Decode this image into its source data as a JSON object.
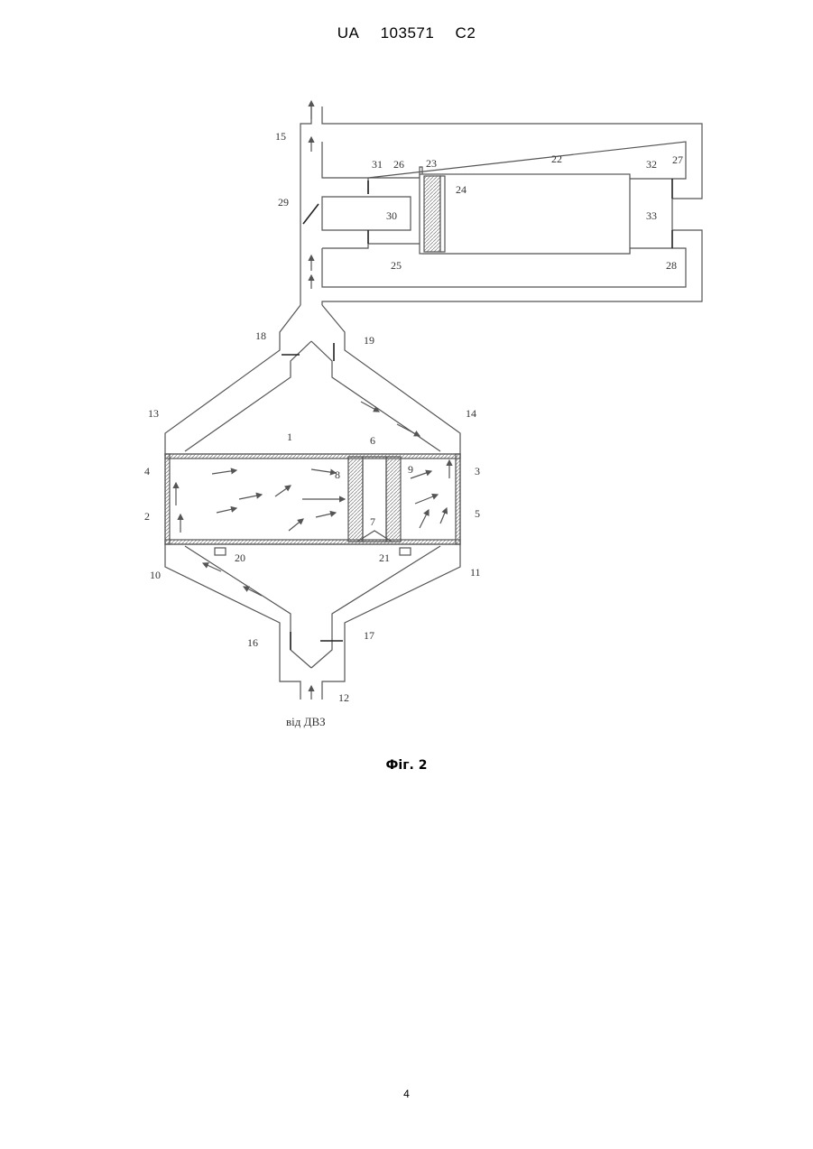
{
  "header": {
    "country": "UA",
    "number": "103571",
    "kind": "C2"
  },
  "figure": {
    "caption": "Фіг. 2",
    "source_label": "від ДВЗ",
    "callouts": [
      "1",
      "2",
      "3",
      "4",
      "5",
      "6",
      "7",
      "8",
      "9",
      "10",
      "11",
      "12",
      "13",
      "14",
      "15",
      "16",
      "17",
      "18",
      "19",
      "20",
      "21",
      "22",
      "23",
      "24",
      "25",
      "26",
      "27",
      "28",
      "29",
      "30",
      "31",
      "32",
      "33"
    ]
  },
  "page_number": "4"
}
